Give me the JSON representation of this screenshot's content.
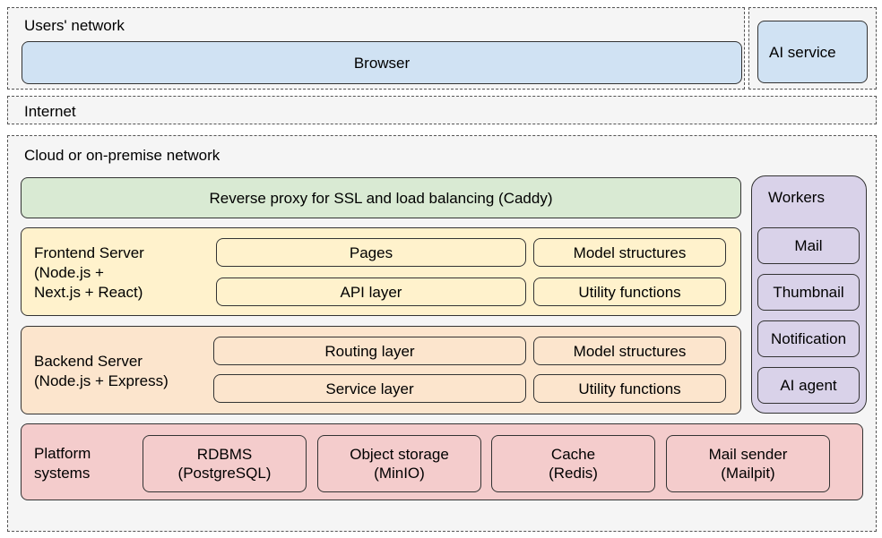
{
  "users_network": {
    "label": "Users' network",
    "browser": "Browser"
  },
  "ai_service": "AI service",
  "internet": "Internet",
  "cloud": {
    "label": "Cloud or on-premise network",
    "reverse_proxy": "Reverse proxy for SSL and load balancing (Caddy)",
    "frontend": {
      "title": "Frontend Server\n(Node.js +\nNext.js + React)",
      "modules": [
        "Pages",
        "Model structures",
        "API layer",
        "Utility functions"
      ]
    },
    "backend": {
      "title": "Backend Server\n(Node.js + Express)",
      "modules": [
        "Routing layer",
        "Model structures",
        "Service layer",
        "Utility functions"
      ]
    },
    "platform": {
      "title": "Platform\nsystems",
      "systems": [
        "RDBMS\n(PostgreSQL)",
        "Object storage\n(MinIO)",
        "Cache\n(Redis)",
        "Mail sender\n(Mailpit)"
      ]
    },
    "workers": {
      "title": "Workers",
      "items": [
        "Mail",
        "Thumbnail",
        "Notification",
        "AI agent"
      ]
    }
  },
  "colors": {
    "blue": "#d0e2f3",
    "green": "#d9ead3",
    "yellow": "#fff2cc",
    "orange": "#fce5cd",
    "purple": "#d9d2e9",
    "red": "#f4cccc",
    "region": "#f5f5f5"
  }
}
